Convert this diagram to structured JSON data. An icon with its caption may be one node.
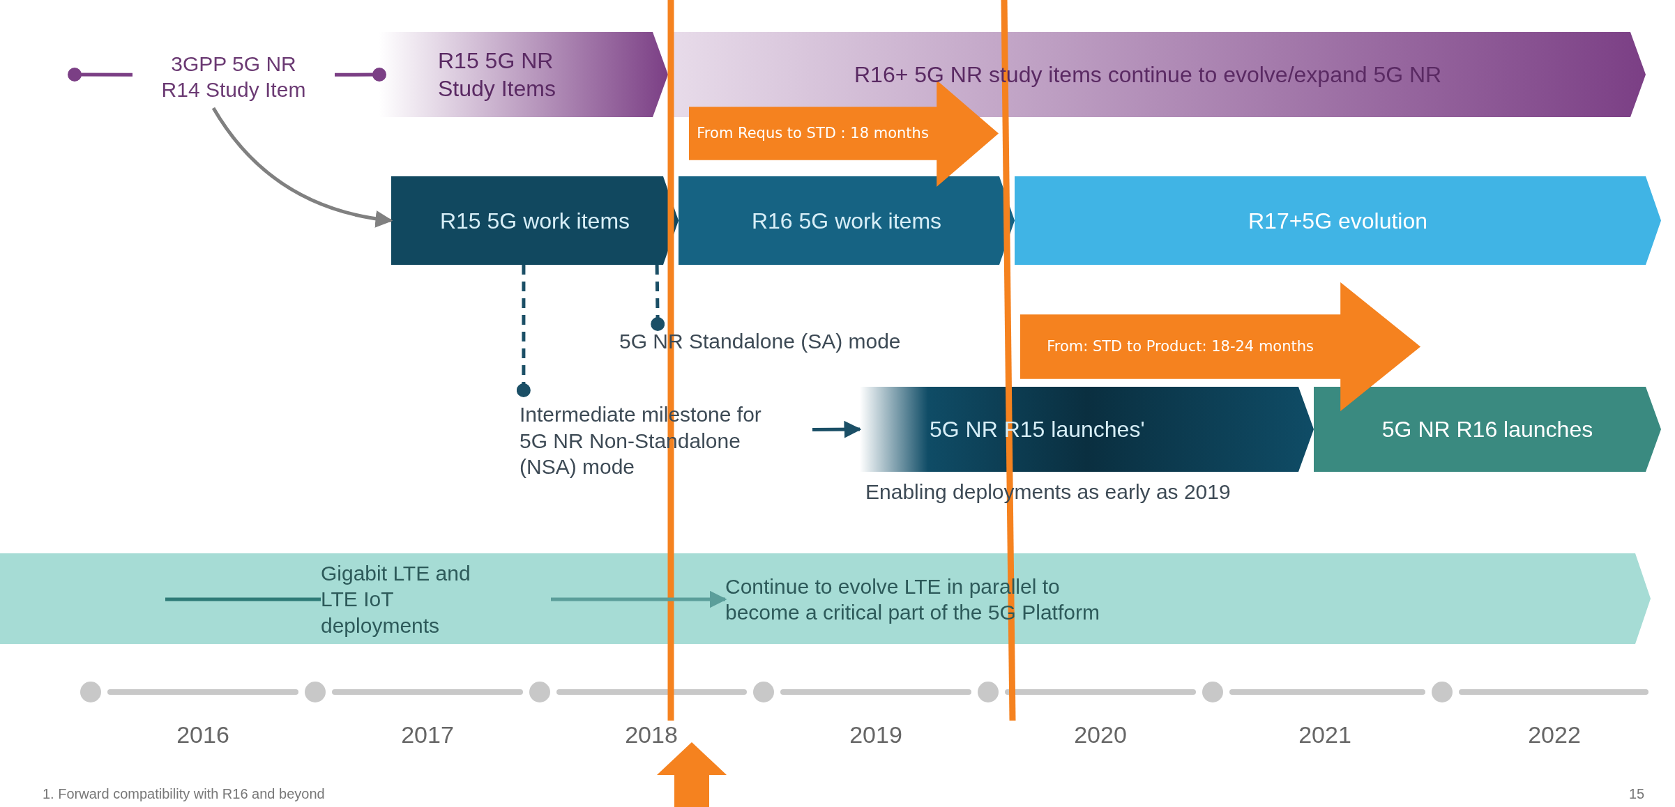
{
  "diagram": {
    "nodes": [
      {
        "text": [
          "3GPP 5G NR R14 Study Item"
        ]
      },
      {
        "text": [
          "R15 5G NR Study Items"
        ]
      },
      {
        "text": [
          "R16+ 5G NR study items continue to evolve/expand 5G NR"
        ]
      },
      {
        "text": [
          "R15 5G work items"
        ]
      },
      {
        "text": [
          "R16 5G work items"
        ]
      },
      {
        "text": [
          "R17+5G evolution"
        ]
      },
      {
        "text": [
          "5G NR Standalone (SA) mode"
        ]
      },
      {
        "text": [
          "Intermediate milestone for 5G NR Non-Standalone (NSA) mode"
        ]
      },
      {
        "text": [
          "5G NR R15 launches'"
        ],
        "beside": [
          "Enabling deployments as early as 2019"
        ]
      },
      {
        "text": [
          "5G NR R16 launches"
        ]
      },
      {
        "text": [],
        "shape": "bar"
      },
      {
        "text": [
          "Gigabit LTE and LTE IoT deployments"
        ],
        "in": 10
      },
      {
        "text": [
          "Continue to evolve LTE in parallel to become a critical part of the 5G Platform"
        ],
        "in": 10
      },
      {
        "text": [
          "From Requs to STD : 18 months"
        ]
      },
      {
        "text": [
          "From: STD to Product: 18-24 months"
        ]
      }
    ],
    "edges": [
      {
        "from": 0,
        "to": 3,
        "arrow": "to",
        "color": "#808080"
      },
      {
        "from": 3,
        "to": 7,
        "arrow": "other",
        "style": "dashed"
      },
      {
        "from": 3,
        "to": 6,
        "arrow": "other",
        "style": "dashed"
      },
      {
        "from": 7,
        "to": 8,
        "arrow": "to"
      },
      {
        "from": null,
        "to": 11,
        "arrow": "none",
        "color": "#2e7b77"
      },
      {
        "from": 11,
        "to": 12,
        "arrow": "to",
        "color": "#5b9e9a"
      },
      {
        "from": 0,
        "to": 1,
        "arrow": "other",
        "color": "#7b3f85"
      },
      {
        "from": 0,
        "to": null,
        "arrow": "other",
        "color": "#7b3f85"
      }
    ],
    "labels": [
      "2016",
      "2017",
      "2018",
      "2019",
      "2020",
      "2021",
      "2022",
      "1. Forward compatibility with R16 and beyond",
      "15"
    ]
  }
}
